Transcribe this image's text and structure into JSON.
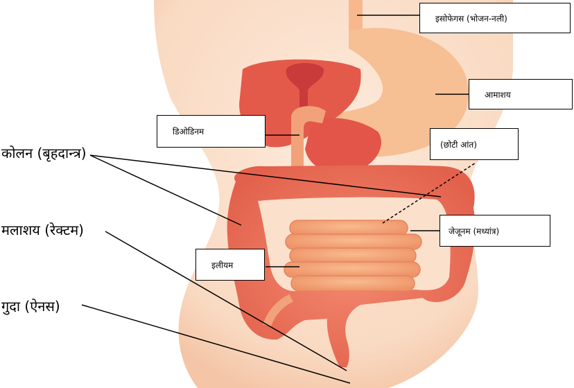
{
  "labels": {
    "esophagus": "इसोफेगस (भोजन-नली)",
    "stomach": "आमाशय",
    "duodenum": "डिओडिनम",
    "small_intestine": "(छोटी आंत)",
    "jejunum": "जेजूनम (मध्यांत्र)",
    "ileum": "इलीयम",
    "colon": "कोलन (बृहदान्त्र)",
    "rectum": "मलाशय (रेक्टम)",
    "anus": "गुदा (ऐनस)"
  },
  "colors": {
    "skin": "#fbe2cf",
    "stomach": "#f7bf94",
    "liver": "#e85d4e",
    "intestine": "#ef7a62",
    "small_intestine": "#f6a77c"
  }
}
